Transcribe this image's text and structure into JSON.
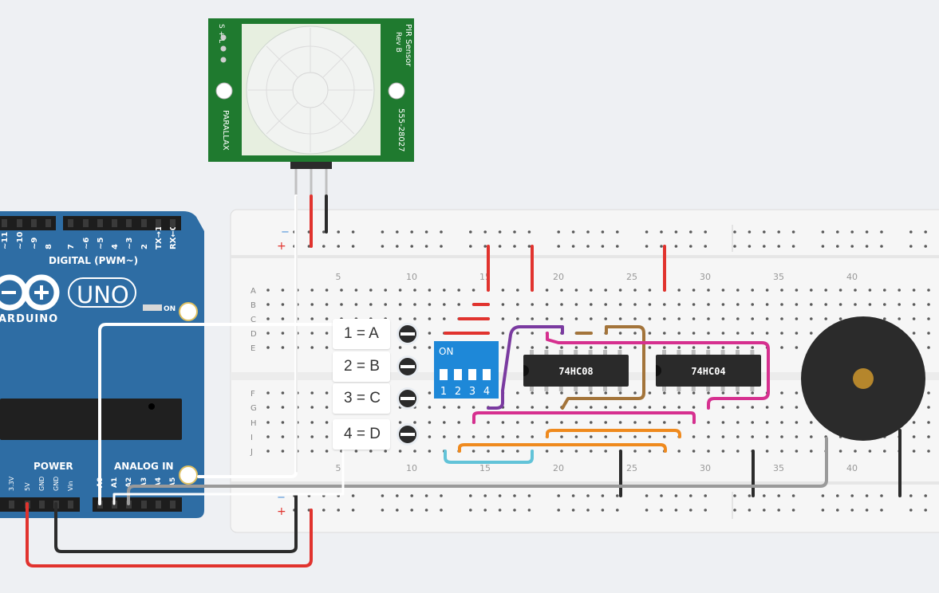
{
  "pir": {
    "pins": "S\n+\nL",
    "title": "PIR Sensor",
    "rev": "Rev B",
    "brand": "PARALLAX",
    "part": "555-28027"
  },
  "arduino": {
    "digital_pins": [
      "~11",
      "~10",
      "~9",
      "8",
      "7",
      "~6",
      "~5",
      "4",
      "~3",
      "2",
      "TX→1",
      "RX←0"
    ],
    "digital_label": "DIGITAL (PWM~)",
    "logo_text": "ARDUINO",
    "model": "UNO",
    "on_label": "ON",
    "power_label": "POWER",
    "power_pins": [
      "3.3V",
      "5V",
      "GND",
      "GND",
      "Vin"
    ],
    "analog_label": "ANALOG IN",
    "analog_pins": [
      "A0",
      "A1",
      "A2",
      "A3",
      "A4",
      "A5"
    ]
  },
  "breadboard": {
    "rows_top": [
      "A",
      "B",
      "C",
      "D",
      "E"
    ],
    "rows_bottom": [
      "F",
      "G",
      "H",
      "I",
      "J"
    ],
    "col_numbers": [
      "5",
      "10",
      "15",
      "20",
      "25",
      "30",
      "35",
      "40"
    ],
    "rail_minus": "−",
    "rail_plus": "+"
  },
  "labels": [
    {
      "text": "1 = A"
    },
    {
      "text": "2 = B"
    },
    {
      "text": "3 = C"
    },
    {
      "text": "4 = D"
    }
  ],
  "dip_switch": {
    "on_label": "ON",
    "numbers": [
      "1",
      "2",
      "3",
      "4"
    ]
  },
  "chips": [
    {
      "name": "74HC08"
    },
    {
      "name": "74HC04"
    }
  ],
  "colors": {
    "board": "#f6f6f6",
    "arduino": "#2e6da4",
    "pir_pcb": "#1f7a2f",
    "wire_red": "#e1332e",
    "wire_black": "#2b2b2b",
    "wire_purple": "#7a3aa0",
    "wire_brown": "#a3743a",
    "wire_magenta": "#d6308f",
    "wire_orange": "#ef8a1e",
    "wire_cyan": "#62c3d8",
    "wire_white": "#ffffff",
    "wire_gray": "#9a9a9a"
  }
}
